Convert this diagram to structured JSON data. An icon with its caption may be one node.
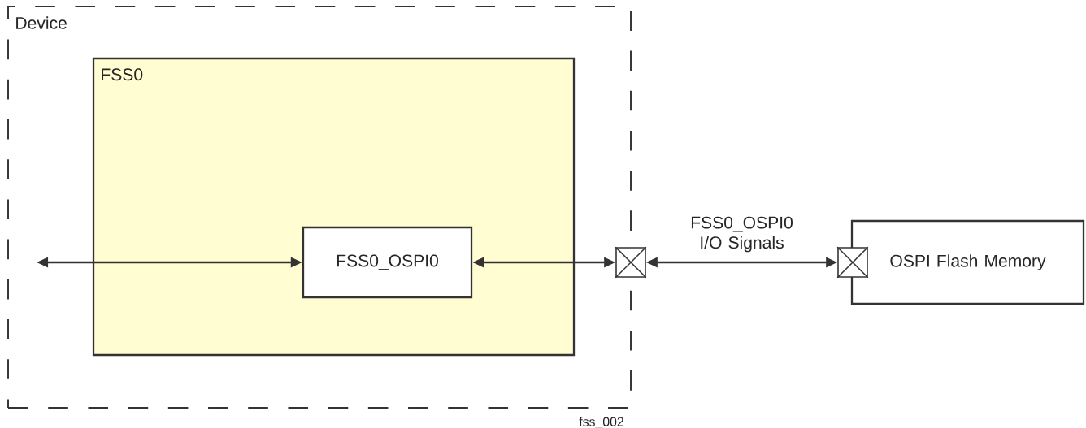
{
  "diagram": {
    "nodes": [
      {
        "text": [
          "Device"
        ]
      },
      {
        "text": [
          "FSS0"
        ],
        "in": 0
      },
      {
        "text": [
          "FSS0_OSPI0"
        ],
        "in": 1
      },
      {
        "text": [],
        "shape": "box"
      },
      {
        "text": [
          "OSPI Flash Memory"
        ]
      },
      {
        "text": [],
        "shape": "box"
      }
    ],
    "edges": [
      {
        "from": null,
        "to": 2,
        "arrow": "both"
      },
      {
        "from": 2,
        "to": 3,
        "arrow": "both"
      },
      {
        "from": 3,
        "to": 5,
        "arrow": "both",
        "label": "FSS0_OSPI0 I/O Signals"
      }
    ],
    "labels": [
      "fss_002"
    ]
  }
}
